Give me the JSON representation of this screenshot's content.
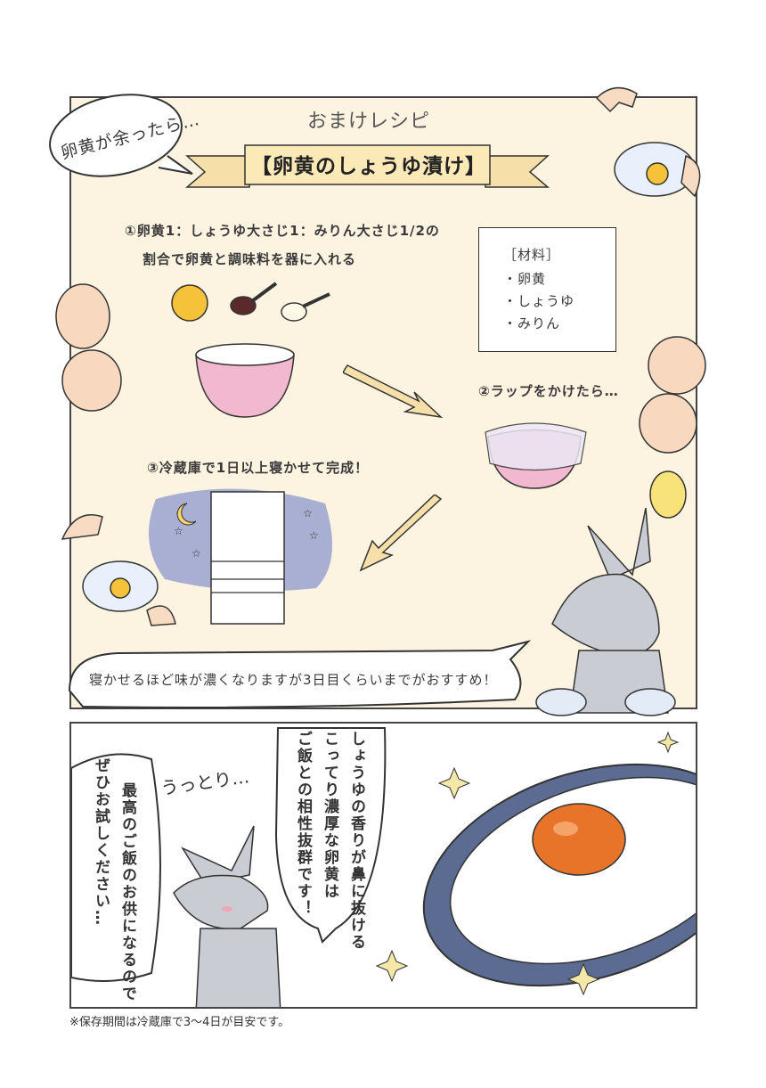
{
  "panel1": {
    "intro_bubble": "卵黄が余ったら…",
    "subtitle": "おまけレシピ",
    "title": "【卵黄のしょうゆ漬け】",
    "step1": [
      "①卵黄1：しょうゆ大さじ1：みりん大さじ1/2の",
      "割合で卵黄と調味料を器に入れる"
    ],
    "materials": {
      "heading": "［材料］",
      "items": [
        "・卵黄",
        "・しょうゆ",
        "・みりん"
      ]
    },
    "step2": "②ラップをかけたら…",
    "step3": "③冷蔵庫で1日以上寝かせて完成！",
    "tip": "寝かせるほど味が濃くなりますが3日目くらいまでがおすすめ！"
  },
  "panel2": {
    "sound": "うっとり…",
    "bubble_right": [
      "しょうゆの香りが鼻に抜ける",
      "こってり濃厚な卵黄は",
      "ご飯との相性抜群です！"
    ],
    "bubble_left": [
      "最高のご飯のお供になるので",
      "ぜひお試しください…"
    ]
  },
  "footnote": "※保存期間は冷蔵庫で3～4日が目安です。",
  "colors": {
    "panel_bg": "#fdf3e1",
    "bowl_pink": "#f2b8cf",
    "fridge_bg": "#a9aed3",
    "rice_bowl": "#5b6b92",
    "yolk": "#e8742a"
  }
}
